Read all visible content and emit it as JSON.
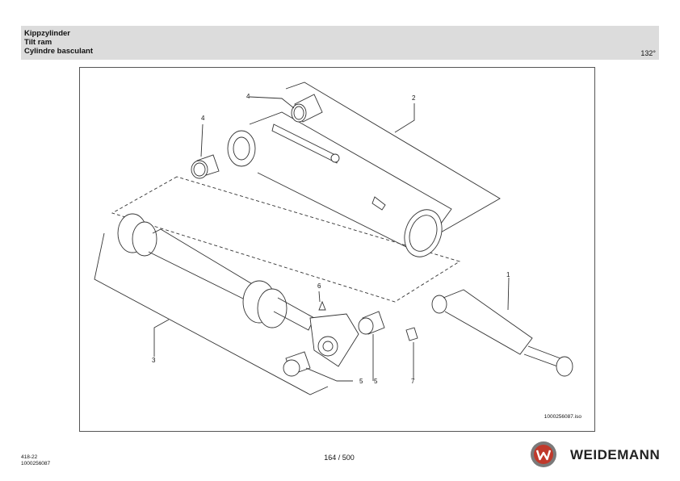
{
  "header": {
    "title_de": "Kippzylinder",
    "title_en": "Tilt ram",
    "title_fr": "Cylindre basculant",
    "page_code": "132°"
  },
  "figure": {
    "drawing_id": "1000256087.iso",
    "callouts": [
      "1",
      "2",
      "3",
      "4",
      "4",
      "5",
      "5",
      "6",
      "7"
    ]
  },
  "footer": {
    "model": "418-22",
    "doc_number": "1000256087",
    "page": "164 / 500",
    "brand": "WEIDEMANN",
    "brand_color": "#c0392b"
  }
}
